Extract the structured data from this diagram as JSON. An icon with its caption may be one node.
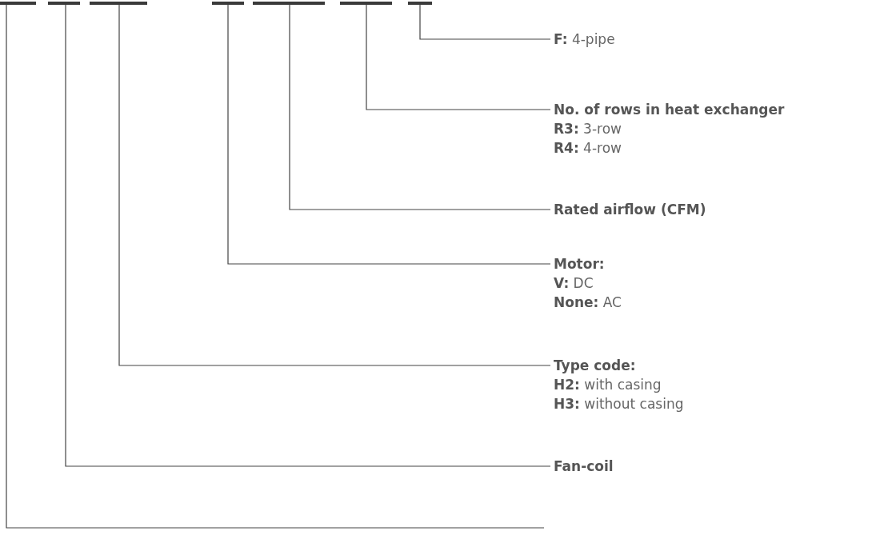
{
  "diagram": {
    "nodes": [
      {
        "text": [],
        "shape": "bar"
      },
      {
        "text": [],
        "shape": "bar"
      },
      {
        "text": [],
        "shape": "bar"
      },
      {
        "text": [],
        "shape": "bar"
      },
      {
        "text": [],
        "shape": "bar"
      },
      {
        "text": [],
        "shape": "bar"
      },
      {
        "text": [],
        "shape": "bar"
      },
      {
        "text": [
          "**F:** 4-pipe"
        ]
      },
      {
        "text": [
          "No. of rows in heat exchanger",
          "**R3:** 3-row",
          "**R4:** 4-row"
        ]
      },
      {
        "text": [
          "Rated airflow (CFM)"
        ]
      },
      {
        "text": [
          "Motor:",
          "**V:** DC",
          "**None:** AC"
        ]
      },
      {
        "text": [
          "Type code:",
          "**H2:** with casing",
          "**H3:** without casing"
        ]
      },
      {
        "text": [
          "Fan-coil"
        ]
      }
    ],
    "edges": [
      {
        "from": 6,
        "to": 7,
        "arrow": "none"
      },
      {
        "from": 5,
        "to": 8,
        "arrow": "none"
      },
      {
        "from": 4,
        "to": 9,
        "arrow": "none"
      },
      {
        "from": 3,
        "to": 10,
        "arrow": "none"
      },
      {
        "from": 2,
        "to": 11,
        "arrow": "none"
      },
      {
        "from": 1,
        "to": 12,
        "arrow": "none"
      },
      {
        "from": 0,
        "to": null,
        "arrow": "none"
      }
    ]
  }
}
